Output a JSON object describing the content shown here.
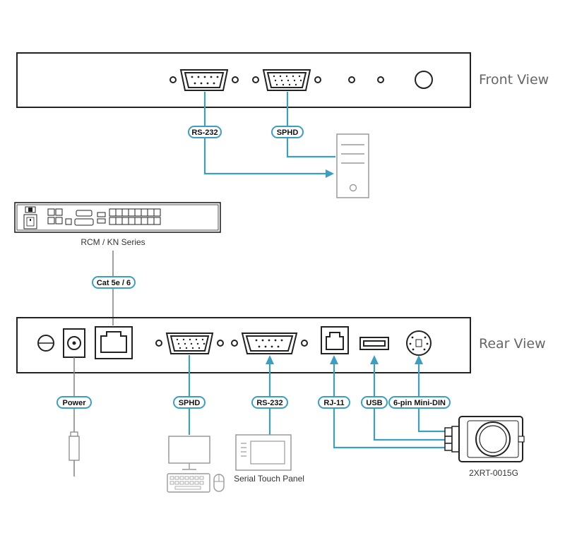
{
  "views": {
    "front": "Front View",
    "rear": "Rear View"
  },
  "devices": {
    "rcm": "RCM / KN Series",
    "touch_panel": "Serial Touch Panel",
    "module": "2XRT-0015G"
  },
  "connectors": {
    "front_rs232": "RS-232",
    "front_sphd": "SPHD",
    "cat": "Cat 5e / 6",
    "power": "Power",
    "rear_sphd": "SPHD",
    "rear_rs232": "RS-232",
    "rj11": "RJ-11",
    "usb": "USB",
    "minidin": "6-pin Mini-DIN"
  },
  "colors": {
    "wire": "#3a9fc1",
    "outline": "#222222",
    "peripheral": "#9a9a9a",
    "label_text": "#666666"
  }
}
